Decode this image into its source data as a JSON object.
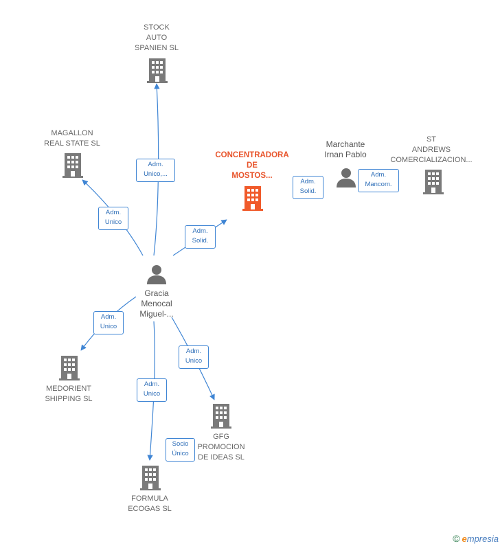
{
  "nodes": {
    "stock": {
      "label": "STOCK\nAUTO\nSPANIEN  SL",
      "kind": "company"
    },
    "magallon": {
      "label": "MAGALLON\nREAL STATE SL",
      "kind": "company"
    },
    "concentradora": {
      "label": "CONCENTRADORA\nDE\nMOSTOS...",
      "kind": "company-main"
    },
    "marchante": {
      "label": "Marchante\nIrnan Pablo",
      "kind": "person"
    },
    "standrews": {
      "label": "ST\nANDREWS\nCOMERCIALIZACION...",
      "kind": "company"
    },
    "gracia": {
      "label": "Gracia\nMenocal\nMiguel-...",
      "kind": "person"
    },
    "medorient": {
      "label": "MEDORIENT\nSHIPPING SL",
      "kind": "company"
    },
    "gfg": {
      "label": "GFG\nPROMOCION\nDE IDEAS  SL",
      "kind": "company"
    },
    "formula": {
      "label": "FORMULA\nECOGAS  SL",
      "kind": "company"
    }
  },
  "relations": {
    "gracia_stock": "Adm.\nUnico,...",
    "gracia_magallon": "Adm.\nUnico",
    "gracia_concentradora": "Adm.\nSolid.",
    "marchante_concentradora": "Adm.\nSolid.",
    "marchante_standrews": "Adm.\nMancom.",
    "gracia_medorient": "Adm.\nUnico",
    "gracia_gfg": "Adm.\nUnico",
    "gracia_formula": "Adm.\nUnico",
    "gracia_formula_socio": "Socio\nÚnico"
  },
  "colors": {
    "edge": "#3f85d4",
    "company_icon": "#7a7a7a",
    "main_icon": "#f05a2a",
    "person_icon": "#6e6e6e"
  },
  "footer": {
    "copyright": "©",
    "brand_initial": "e",
    "brand_rest": "mpresia"
  }
}
